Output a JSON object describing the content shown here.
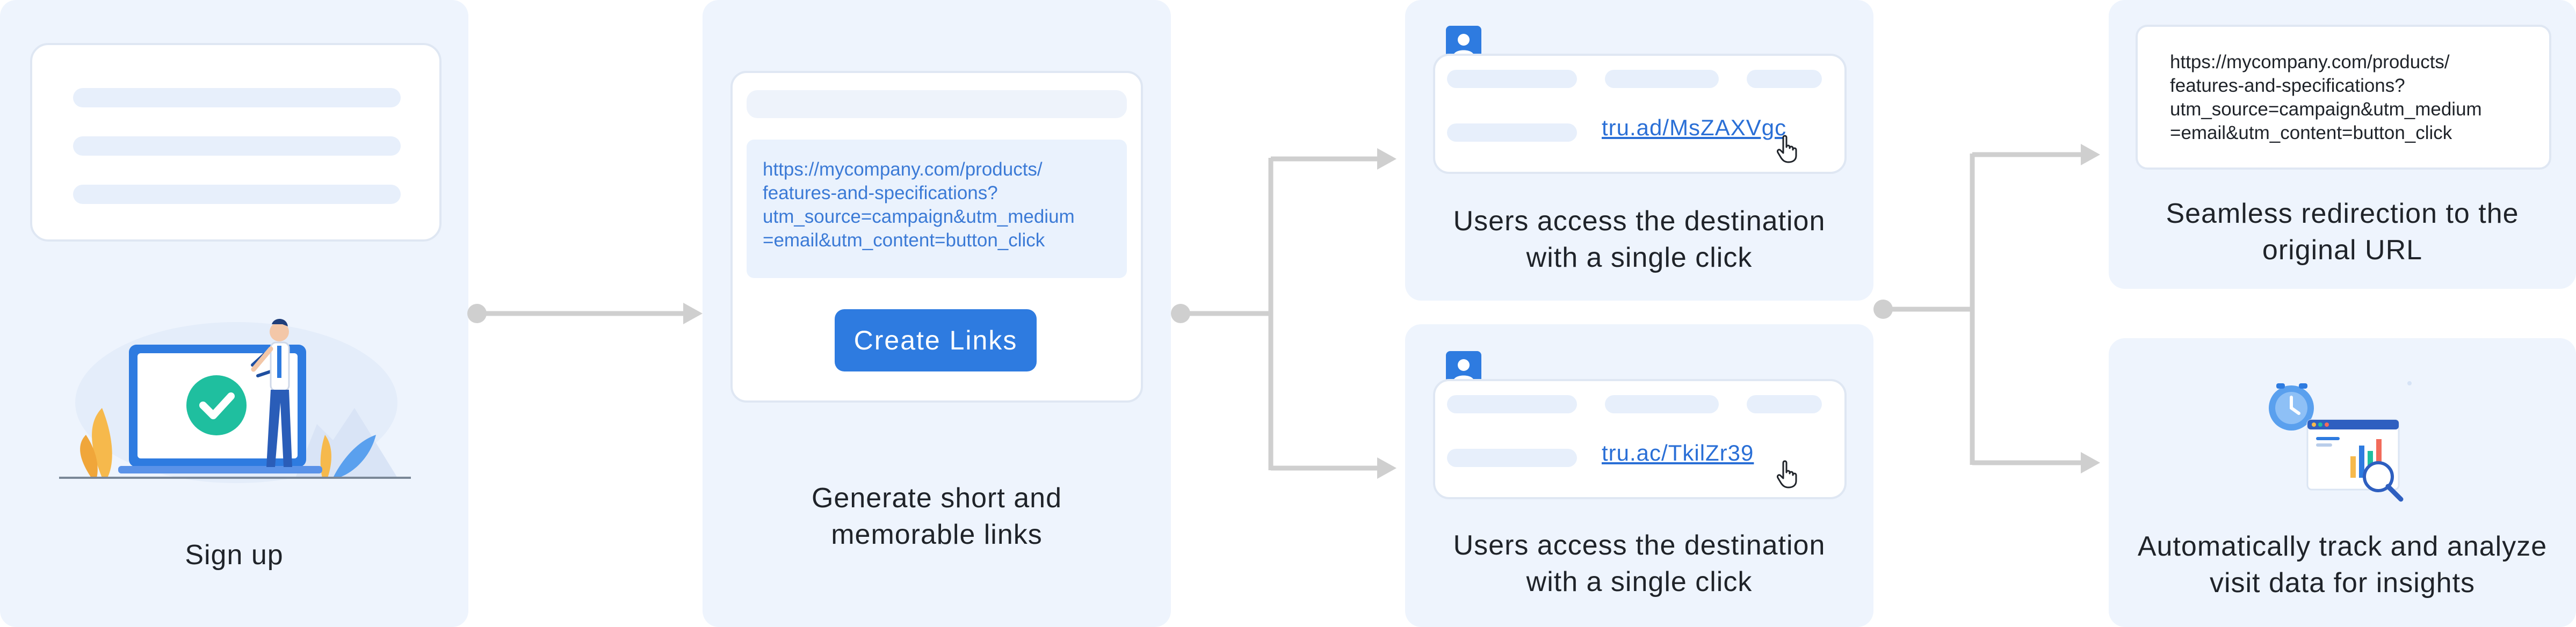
{
  "steps": {
    "signup": {
      "caption": "Sign up"
    },
    "generate": {
      "url_text": "https://mycompany.com/products/\nfeatures-and-specifications?\nutm_source=campaign&utm_medium\n=email&utm_content=button_click",
      "button_label": "Create Links",
      "caption_line1": "Generate short and",
      "caption_line2": "memorable links"
    },
    "access_top": {
      "short_link": "tru.ad/MsZAXVgc",
      "caption_line1": "Users access the destination",
      "caption_line2": "with a single click"
    },
    "access_bottom": {
      "short_link": "tru.ac/TkilZr39",
      "caption_line1": "Users access the destination",
      "caption_line2": "with a single click"
    },
    "redirect": {
      "url_text": "https://mycompany.com/products/\nfeatures-and-specifications?\nutm_source=campaign&utm_medium\n=email&utm_content=button_click",
      "caption_line1": "Seamless redirection to the",
      "caption_line2": "original URL"
    },
    "analytics": {
      "caption_line1": "Automatically track and analyze",
      "caption_line2": "visit data for insights"
    }
  },
  "colors": {
    "panel": "#eef4fd",
    "accent": "#2e7be0",
    "connector": "#cfcfcf",
    "check": "#1fbf9f"
  }
}
